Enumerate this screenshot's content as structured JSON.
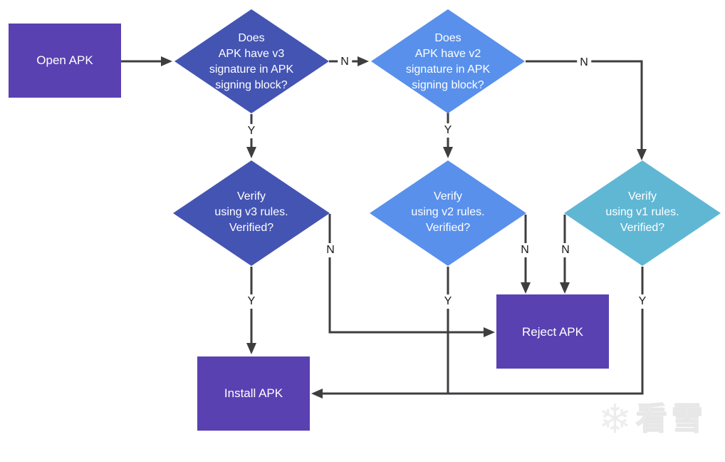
{
  "colors": {
    "process-purple": "#5941b2",
    "v3-blue": "#4454b3",
    "v2-blue": "#5990ec",
    "v1-teal": "#60b7d4",
    "arrow-gray": "#3e3e40",
    "watermark-gray": "#ededed"
  },
  "nodes": {
    "open_apk": "Open APK",
    "v3_check": "Does\nAPK have v3\nsignature in APK\nsigning block?",
    "v2_check": "Does\nAPK have v2\nsignature in APK\nsigning block?",
    "v3_verify": "Verify\nusing v3 rules.\nVerified?",
    "v2_verify": "Verify\nusing v2 rules.\nVerified?",
    "v1_verify": "Verify\nusing v1 rules.\nVerified?",
    "reject_apk": "Reject APK",
    "install_apk": "Install APK"
  },
  "edge_labels": {
    "v3_check_no": "N",
    "v3_check_yes": "Y",
    "v2_check_no": "N",
    "v2_check_yes": "Y",
    "v3_verify_no": "N",
    "v3_verify_yes": "Y",
    "v2_verify_no": "N",
    "v2_verify_yes": "Y",
    "v1_verify_no": "N",
    "v1_verify_yes": "Y"
  },
  "watermark": {
    "icon": "snowflake-icon",
    "glyph": "❄",
    "text": "看雪"
  }
}
